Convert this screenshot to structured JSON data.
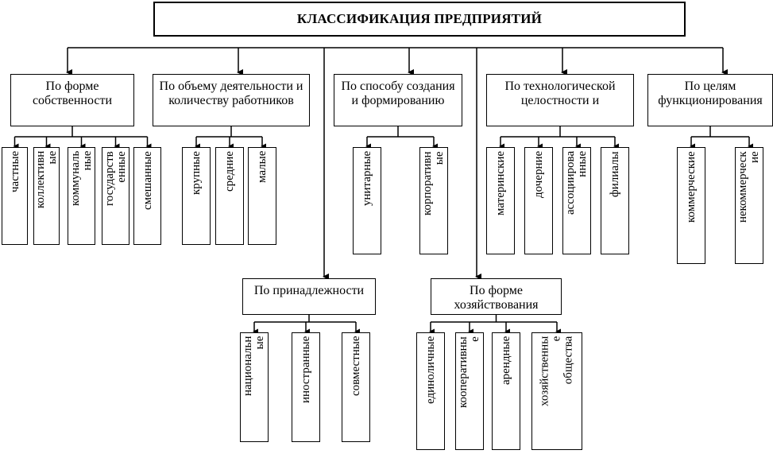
{
  "title": "КЛАССИФИКАЦИЯ ПРЕДПРИЯТИЙ",
  "groups": [
    {
      "id": "ownership",
      "label": "По форме собственности",
      "leaves": [
        "частные",
        "коллективн ые",
        "коммуналь ные",
        "государств енные",
        "смешанные"
      ]
    },
    {
      "id": "size",
      "label": "По объему деятельности и количеству работников",
      "leaves": [
        "крупные",
        "средние",
        "малые"
      ]
    },
    {
      "id": "creation",
      "label": "По способу создания и формированию",
      "leaves": [
        "унитарные",
        "корпоративн ые"
      ]
    },
    {
      "id": "tech",
      "label": "По технологической целостности и",
      "leaves": [
        "материнские",
        "дочерние",
        "ассоциирова нные",
        "филиалы"
      ]
    },
    {
      "id": "goals",
      "label": "По целям функционирования",
      "leaves": [
        "коммерческие",
        "некоммерческ ие"
      ]
    },
    {
      "id": "affiliation",
      "label": "По принадлежности",
      "leaves": [
        "национальн ые",
        "иностранные",
        "совместные"
      ]
    },
    {
      "id": "economic",
      "label": "По форме хозяйствования",
      "leaves": [
        "единоличные",
        "кооперативны е",
        "арендные",
        "хозяйственны е общества"
      ]
    }
  ]
}
